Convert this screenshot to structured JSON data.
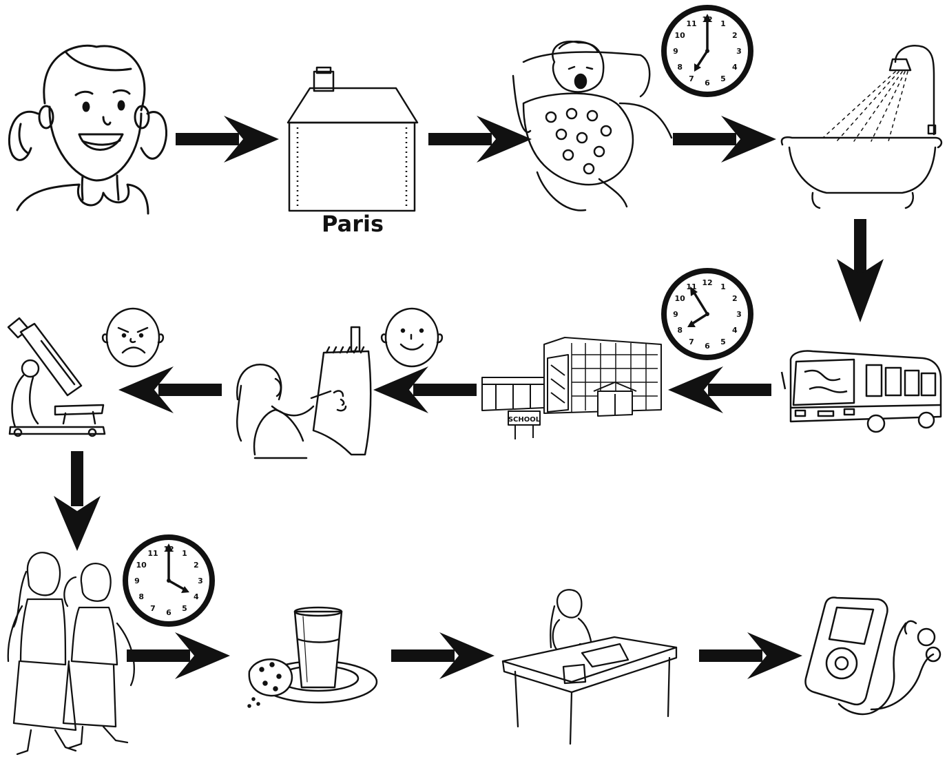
{
  "labels": {
    "paris": "Paris"
  },
  "clocks": [
    {
      "id": "clock-7",
      "numbers": [
        "12",
        "1",
        "2",
        "3",
        "4",
        "5",
        "6",
        "7",
        "8",
        "9",
        "10",
        "11"
      ]
    },
    {
      "id": "clock-8",
      "numbers": [
        "12",
        "1",
        "2",
        "3",
        "4",
        "5",
        "6",
        "7",
        "8",
        "9",
        "10",
        "11"
      ]
    },
    {
      "id": "clock-4",
      "numbers": [
        "12",
        "1",
        "2",
        "3",
        "4",
        "5",
        "6",
        "7",
        "8",
        "9",
        "10",
        "11"
      ]
    }
  ],
  "school_sign": "SCHOOL",
  "colors": {
    "ink": "#111111",
    "paper": "#ffffff"
  },
  "icons": [
    "girl-face-icon",
    "house-icon",
    "waking-up-icon",
    "bathtub-shower-icon",
    "bus-icon",
    "school-building-icon",
    "drawing-girl-icon",
    "happy-face-icon",
    "microscope-icon",
    "angry-face-icon",
    "girls-walking-icon",
    "glass-and-cookie-icon",
    "desk-homework-icon",
    "music-player-icon"
  ]
}
